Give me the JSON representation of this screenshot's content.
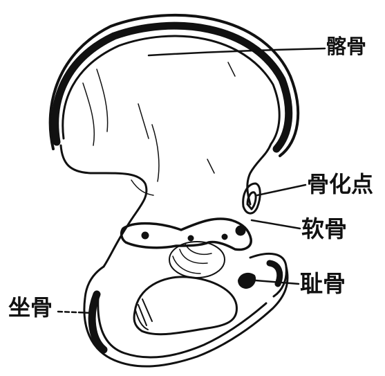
{
  "diagram": {
    "labels": {
      "ilium": "髂骨",
      "ossification_point": "骨化点",
      "cartilage": "软骨",
      "pubis": "耻骨",
      "ischium": "坐骨"
    },
    "colors": {
      "ink": "#111111",
      "paper": "#ffffff"
    }
  }
}
